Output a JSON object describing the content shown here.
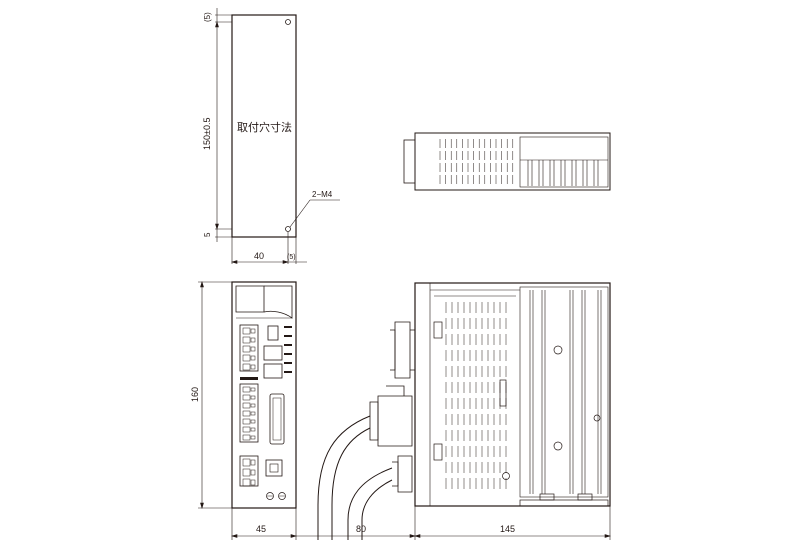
{
  "colors": {
    "line": "#231815",
    "background": "#ffffff"
  },
  "mounting": {
    "label": "取付穴寸法",
    "height_tol": "150±0.5",
    "top_margin": "(5)",
    "bottom_margin": "5",
    "width": "40",
    "right_margin": "(5)",
    "screw": "2−M4"
  },
  "overall": {
    "height": "160",
    "width": "45",
    "cable_depth": "80",
    "depth": "145"
  }
}
